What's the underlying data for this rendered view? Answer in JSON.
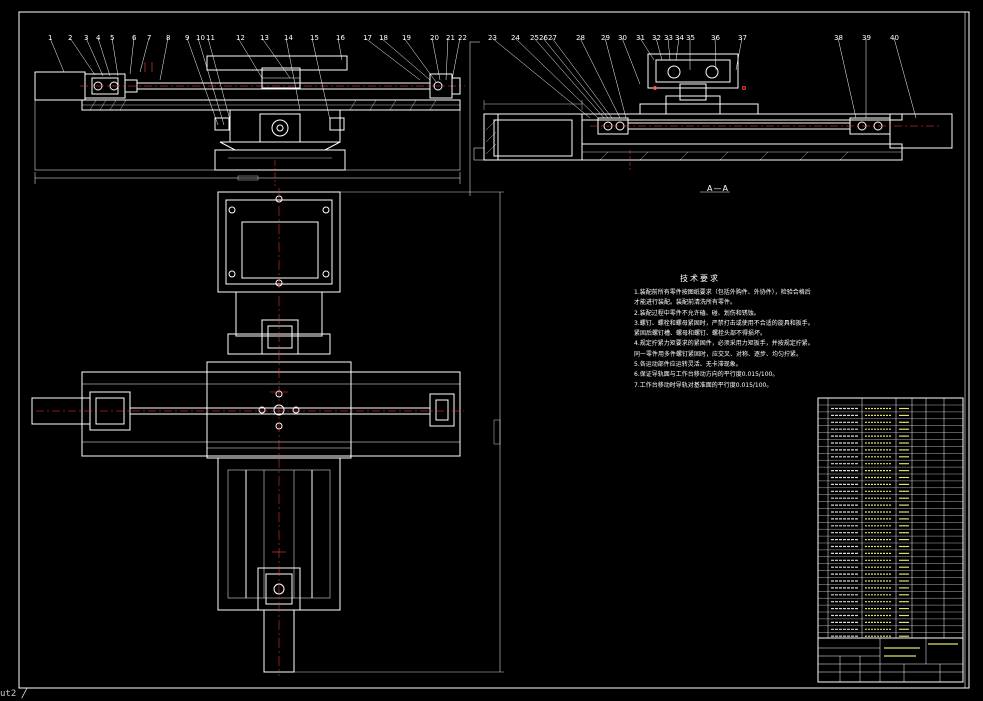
{
  "drawing": {
    "colors": {
      "background": "#000000",
      "lines": "#ffffff",
      "centerline": "#ff4040",
      "accent_yellow": "#e0e070"
    },
    "callouts_top_left": [
      "1",
      "2",
      "3",
      "4",
      "5",
      "6",
      "7",
      "8",
      "9",
      "10",
      "11",
      "12",
      "13",
      "14",
      "15",
      "16",
      "17",
      "18",
      "19",
      "20",
      "21",
      "22"
    ],
    "callouts_top_right": [
      "23",
      "24",
      "25",
      "26",
      "27",
      "28",
      "29",
      "30",
      "31",
      "32",
      "33",
      "34",
      "35",
      "36",
      "37",
      "38",
      "39",
      "40"
    ],
    "section_label": "A—A",
    "technical_requirements": {
      "title": "技术要求",
      "items": [
        "1.装配前所有零件按图纸要求（包括外购件、外协件），检验合格后",
        "   才能进行装配。装配前清洗所有零件。",
        "2.装配过程中零件不允许磕、碰、划伤和锈蚀。",
        "3.螺钉、螺栓和螺母紧固时，严禁打击或使用不合适的旋具和扳手。",
        "   紧固后螺钉槽、螺母和螺钉、螺栓头部不得损坏。",
        "4.规定拧紧力矩要求的紧固件，必须采用力矩扳手，并按规定拧紧。",
        "   同一零件用多件螺钉紧固时，应交叉、对称、逐步、均匀拧紧。",
        "5.各运动部件应运转灵活、无卡滞现象。",
        "6.保证导轨面与工作台移动方向的平行度0.015/100。",
        "7.工作台移动时导轨对基准面的平行度0.015/100。"
      ]
    },
    "status_bar": {
      "text": "ut2"
    }
  }
}
